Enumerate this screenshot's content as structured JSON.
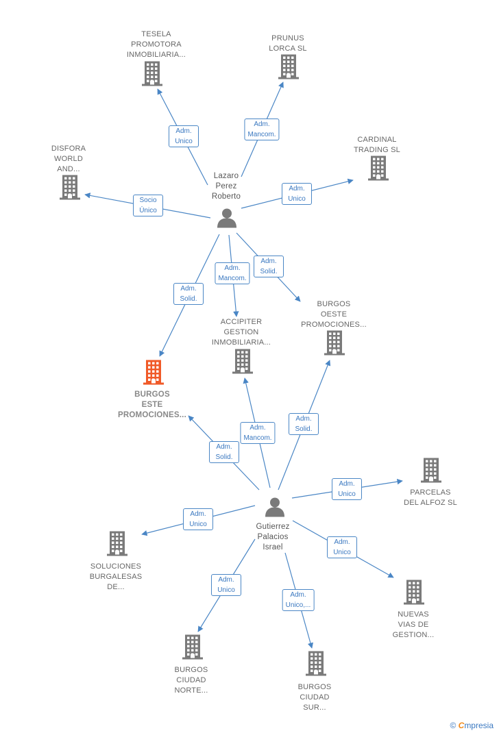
{
  "companies": [
    {
      "id": "tesela",
      "label": "TESELA\nPROMOTORA\nINMOBILIARIA..."
    },
    {
      "id": "prunus",
      "label": "PRUNUS\nLORCA  SL"
    },
    {
      "id": "cardinal",
      "label": "CARDINAL\nTRADING  SL"
    },
    {
      "id": "disfora",
      "label": "DISFORA\nWORLD\nAND..."
    },
    {
      "id": "burgos_oeste",
      "label": "BURGOS\nOESTE\nPROMOCIONES..."
    },
    {
      "id": "accipiter",
      "label": "ACCIPITER\nGESTION\nINMOBILIARIA..."
    },
    {
      "id": "burgos_este",
      "label": "BURGOS\nESTE\nPROMOCIONES...",
      "main": true
    },
    {
      "id": "parcelas",
      "label": "PARCELAS\nDEL ALFOZ  SL"
    },
    {
      "id": "soluciones",
      "label": "SOLUCIONES\nBURGALESAS\nDE..."
    },
    {
      "id": "nuevas",
      "label": "NUEVAS\nVIAS DE\nGESTION..."
    },
    {
      "id": "ciudad_norte",
      "label": "BURGOS\nCIUDAD\nNORTE..."
    },
    {
      "id": "ciudad_sur",
      "label": "BURGOS\nCIUDAD\nSUR..."
    }
  ],
  "persons": [
    {
      "id": "lazaro",
      "label": "Lazaro\nPerez\nRoberto"
    },
    {
      "id": "gutierrez",
      "label": "Gutierrez\nPalacios\nIsrael"
    }
  ],
  "edges": [
    {
      "from": "lazaro",
      "to": "tesela",
      "label": "Adm.\nUnico"
    },
    {
      "from": "lazaro",
      "to": "prunus",
      "label": "Adm.\nMancom."
    },
    {
      "from": "lazaro",
      "to": "cardinal",
      "label": "Adm.\nUnico"
    },
    {
      "from": "lazaro",
      "to": "disfora",
      "label": "Socio\nÚnico"
    },
    {
      "from": "lazaro",
      "to": "burgos_este",
      "label": "Adm.\nSolid."
    },
    {
      "from": "lazaro",
      "to": "accipiter",
      "label": "Adm.\nMancom."
    },
    {
      "from": "lazaro",
      "to": "burgos_oeste",
      "label": "Adm.\nSolid."
    },
    {
      "from": "gutierrez",
      "to": "burgos_este",
      "label": "Adm.\nSolid."
    },
    {
      "from": "gutierrez",
      "to": "accipiter",
      "label": "Adm.\nMancom."
    },
    {
      "from": "gutierrez",
      "to": "burgos_oeste",
      "label": "Adm.\nSolid."
    },
    {
      "from": "gutierrez",
      "to": "parcelas",
      "label": "Adm.\nUnico"
    },
    {
      "from": "gutierrez",
      "to": "soluciones",
      "label": "Adm.\nUnico"
    },
    {
      "from": "gutierrez",
      "to": "nuevas",
      "label": "Adm.\nUnico"
    },
    {
      "from": "gutierrez",
      "to": "ciudad_norte",
      "label": "Adm.\nUnico"
    },
    {
      "from": "gutierrez",
      "to": "ciudad_sur",
      "label": "Adm.\nUnico,..."
    }
  ],
  "colors": {
    "edge": "#4a86c5",
    "building": "#7a7a7a",
    "main_building": "#f05a28",
    "person": "#7a7a7a"
  },
  "footer": {
    "copyright": "©",
    "brand_initial": "C",
    "brand_rest": "mpresia"
  }
}
